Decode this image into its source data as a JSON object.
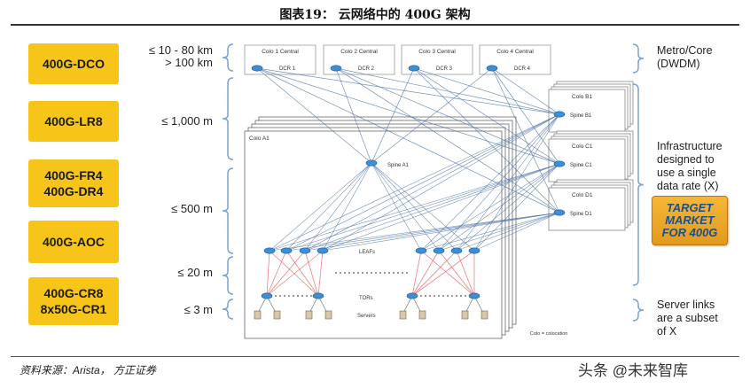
{
  "title": "图表19：  云网络中的 400G 架构",
  "source": "资料来源：Arista， 方正证券",
  "watermark": "头条 @未来智库",
  "left_boxes": [
    {
      "line1": "400G-DCO",
      "line2": ""
    },
    {
      "line1": "400G-LR8",
      "line2": ""
    },
    {
      "line1": "400G-FR4",
      "line2": "400G-DR4"
    },
    {
      "line1": "400G-AOC",
      "line2": ""
    },
    {
      "line1": "400G-CR8",
      "line2": "8x50G-CR1"
    }
  ],
  "distances": [
    {
      "line1": "≤ 10 - 80 km",
      "line2": "> 100 km"
    },
    {
      "line1": "≤ 1,000 m",
      "line2": ""
    },
    {
      "line1": "≤ 500 m",
      "line2": ""
    },
    {
      "line1": "≤ 20 m",
      "line2": ""
    },
    {
      "line1": "≤ 3 m",
      "line2": ""
    }
  ],
  "right_labels": {
    "metro": [
      "Metro/Core",
      "(DWDM)"
    ],
    "infra": [
      "Infrastructure",
      "designed to",
      "use a single",
      "data rate (X)"
    ],
    "target": [
      "TARGET",
      "MARKET",
      "FOR 400G"
    ],
    "server": [
      "Server links",
      "are a subset",
      "of X"
    ]
  },
  "diagram": {
    "colo_central": [
      {
        "name": "Colo 1 Central",
        "router": "DCR 1"
      },
      {
        "name": "Colo 2 Central",
        "router": "DCR 2"
      },
      {
        "name": "Colo 3 Central",
        "router": "DCR 3"
      },
      {
        "name": "Colo 4 Central",
        "router": "DCR 4"
      }
    ],
    "colo_side": [
      {
        "name": "Colo B1",
        "spine": "Spine B1"
      },
      {
        "name": "Colo C1",
        "spine": "Spine C1"
      },
      {
        "name": "Colo D1",
        "spine": "Spine D1"
      }
    ],
    "colo_main": "Colo A1",
    "spine_main": "Spine A1",
    "leafs_label": "LEAFs",
    "tors_label": "TORs",
    "servers_label": "Servers",
    "footnote": "Colo = colocation"
  },
  "colors": {
    "yellow": "#f7c51a",
    "target_orange": "#efa82a",
    "node_blue": "#3b8fd6",
    "link_red": "#e8585c",
    "link_blue": "#4a6fa8",
    "brace_blue": "#7fa2cf"
  }
}
